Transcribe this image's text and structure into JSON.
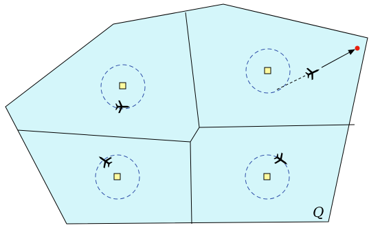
{
  "region_label": "Q",
  "colors": {
    "region_fill": "#d4f6fa",
    "edge": "#000000",
    "circle": "#2f4fa8",
    "station_fill": "#fffba0",
    "station_stroke": "#000000",
    "target": "#e8200e",
    "aircraft": "#000000"
  },
  "cells": [
    {
      "name": "cell-top-left"
    },
    {
      "name": "cell-top-right"
    },
    {
      "name": "cell-bottom-left"
    },
    {
      "name": "cell-bottom-right"
    }
  ],
  "stations": [
    {
      "name": "station-top-left"
    },
    {
      "name": "station-top-right"
    },
    {
      "name": "station-bottom-left"
    },
    {
      "name": "station-bottom-right"
    }
  ],
  "aircraft": [
    {
      "name": "aircraft-top-left",
      "icon": "airplane-icon"
    },
    {
      "name": "aircraft-top-right",
      "icon": "airplane-icon"
    },
    {
      "name": "aircraft-bottom-left",
      "icon": "airplane-icon"
    },
    {
      "name": "aircraft-bottom-right",
      "icon": "airplane-icon"
    }
  ],
  "target": {
    "name": "target-point"
  }
}
